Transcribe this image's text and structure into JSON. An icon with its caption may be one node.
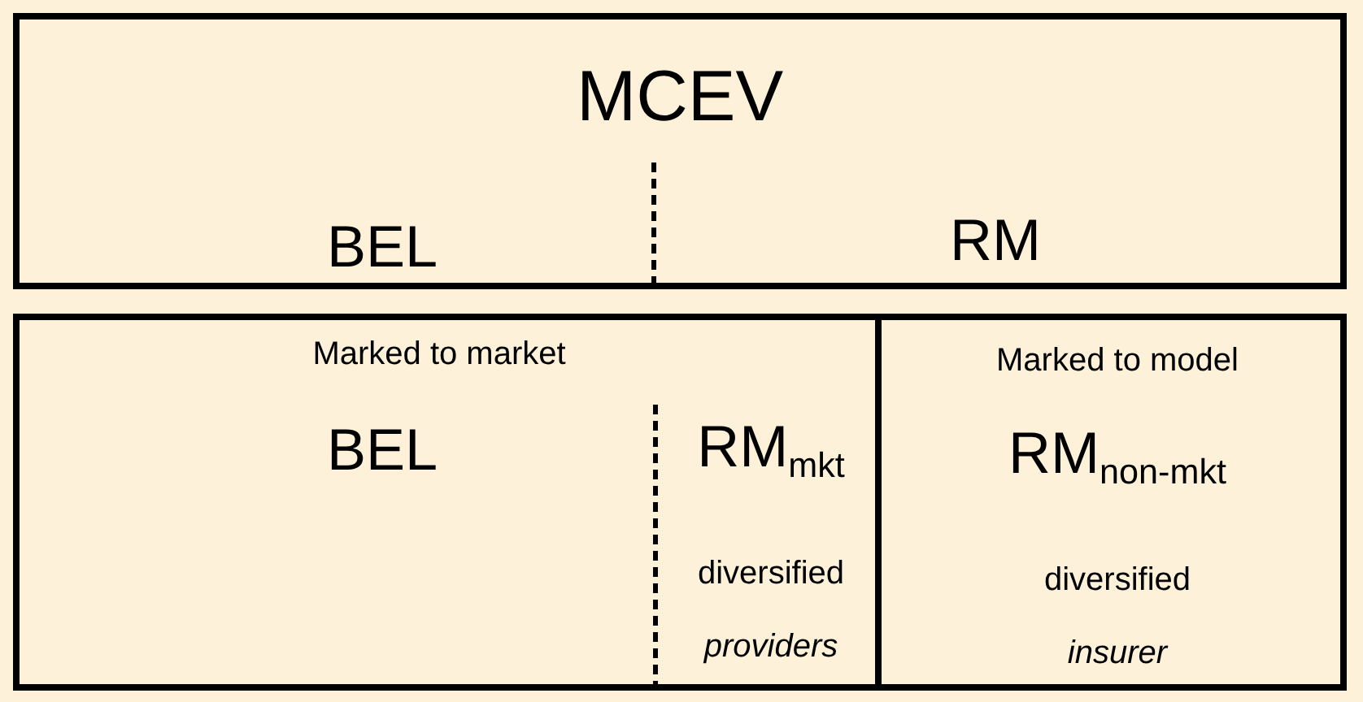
{
  "diagram": {
    "nodes": [
      {
        "text": [
          "MCEV",
          "BEL",
          "RM"
        ]
      },
      {
        "text": [
          "Marked to market",
          "BEL",
          "RM$_{mkt}$",
          "diversified",
          "*providers*"
        ]
      },
      {
        "text": [
          "Marked to model",
          "RM$_{non-mkt}$",
          "diversified",
          "*insurer*"
        ],
        "in": 1
      }
    ]
  }
}
